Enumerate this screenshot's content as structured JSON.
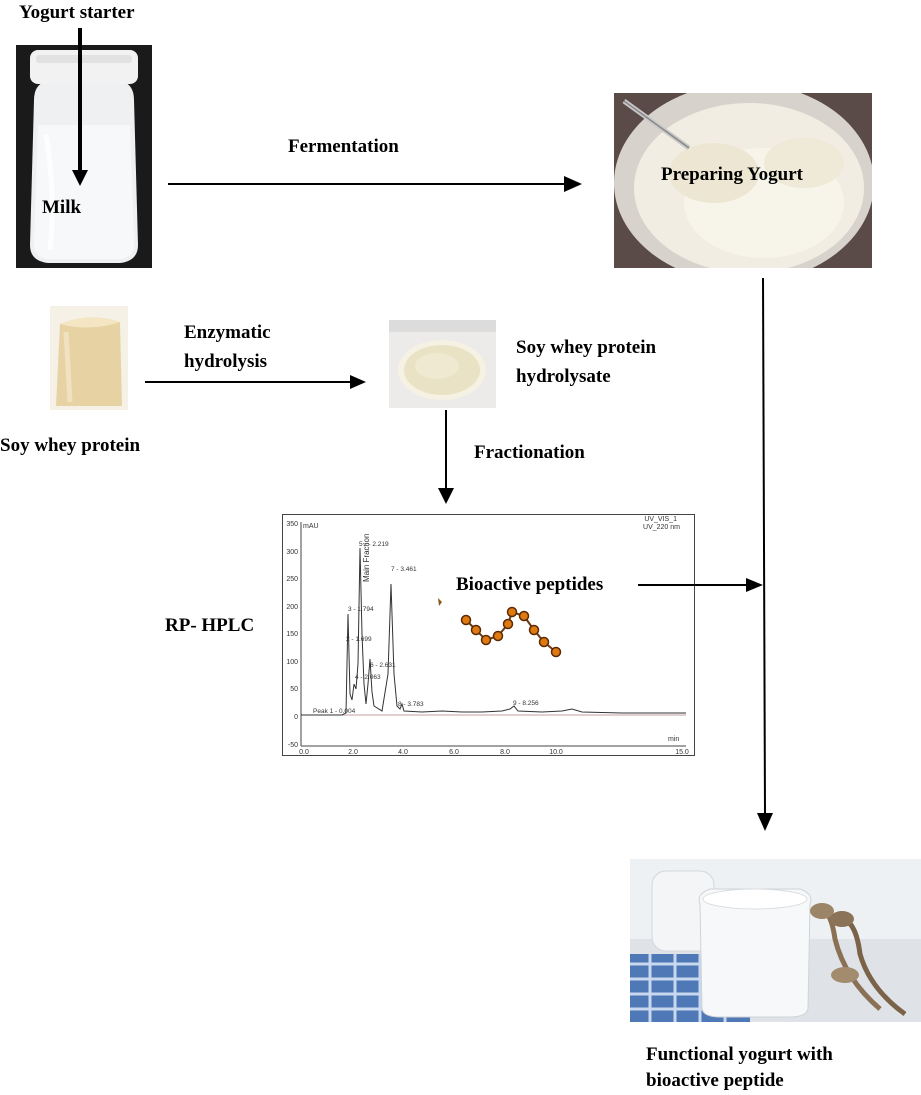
{
  "labels": {
    "yogurt_starter": "Yogurt starter",
    "milk": "Milk",
    "fermentation": "Fermentation",
    "preparing_yogurt": "Preparing Yogurt",
    "soy_whey_protein": "Soy whey protein",
    "enzymatic_line1": "Enzymatic",
    "enzymatic_line2": "hydrolysis",
    "hydrolysate_line1": "Soy whey protein",
    "hydrolysate_line2": "hydrolysate",
    "fractionation": "Fractionation",
    "rp_hplc": "RP- HPLC",
    "bioactive_peptides": "Bioactive peptides",
    "functional_line1": "Functional yogurt with",
    "functional_line2": "bioactive peptide"
  },
  "chromatogram": {
    "header_right": "UV_VIS_1",
    "header_sub": "UV_220 nm",
    "y_unit": "mAU",
    "x_unit": "min",
    "fraction_label": "Main Fraction",
    "x_ticks": [
      "0.0",
      "2.0",
      "4.0",
      "6.0",
      "8.0",
      "10.0",
      "15.0"
    ],
    "y_ticks": [
      "350",
      "300",
      "250",
      "200",
      "150",
      "100",
      "50",
      "0",
      "-50"
    ],
    "peaks": [
      {
        "label": "Peak 1 - 0.004"
      },
      {
        "label": "2 - 1.699"
      },
      {
        "label": "3 - 1.794"
      },
      {
        "label": "4 - 2.063"
      },
      {
        "label": "5 - - 2.219"
      },
      {
        "label": "6 - 2.631"
      },
      {
        "label": "7 - 3.461"
      },
      {
        "label": "8 - 3.783"
      },
      {
        "label": "9 - 8.256"
      }
    ]
  }
}
